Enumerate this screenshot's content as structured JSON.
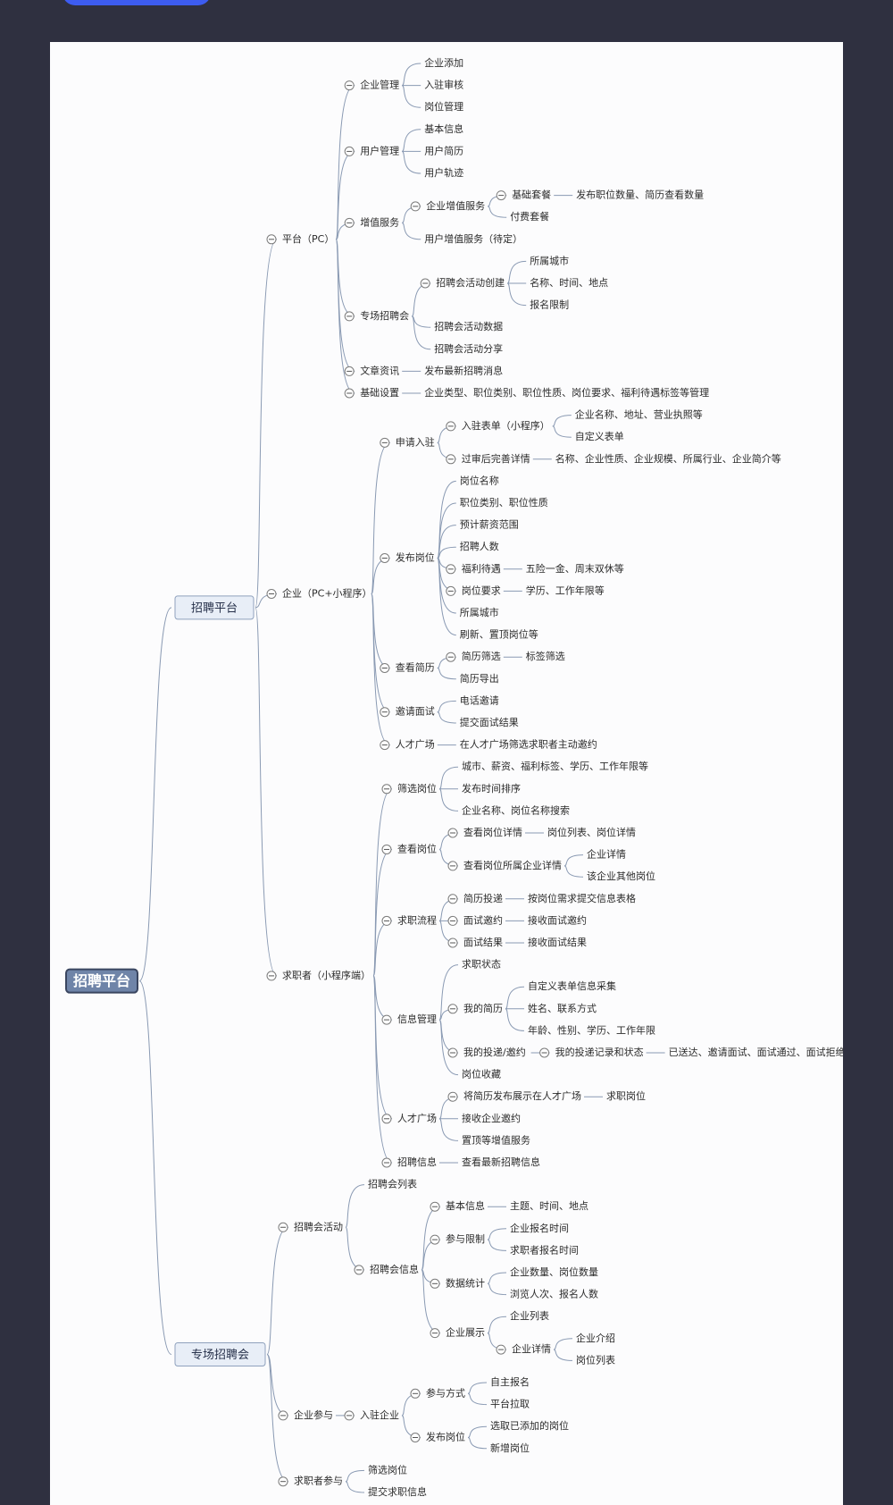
{
  "root": "招聘平台",
  "branches": [
    {
      "label": "招聘平台",
      "children": [
        {
          "label": "平台（PC）",
          "children": [
            {
              "label": "企业管理",
              "children": [
                {
                  "label": "企业添加"
                },
                {
                  "label": "入驻审核"
                },
                {
                  "label": "岗位管理"
                }
              ]
            },
            {
              "label": "用户管理",
              "children": [
                {
                  "label": "基本信息"
                },
                {
                  "label": "用户简历"
                },
                {
                  "label": "用户轨迹"
                }
              ]
            },
            {
              "label": "增值服务",
              "children": [
                {
                  "label": "企业增值服务",
                  "children": [
                    {
                      "label": "基础套餐",
                      "children": [
                        {
                          "label": "发布职位数量、简历查看数量"
                        }
                      ]
                    },
                    {
                      "label": "付费套餐"
                    }
                  ]
                },
                {
                  "label": "用户增值服务（待定）"
                }
              ]
            },
            {
              "label": "专场招聘会",
              "children": [
                {
                  "label": "招聘会活动创建",
                  "children": [
                    {
                      "label": "所属城市"
                    },
                    {
                      "label": "名称、时间、地点"
                    },
                    {
                      "label": "报名限制"
                    }
                  ]
                },
                {
                  "label": "招聘会活动数据"
                },
                {
                  "label": "招聘会活动分享"
                }
              ]
            },
            {
              "label": "文章资讯",
              "children": [
                {
                  "label": "发布最新招聘消息"
                }
              ]
            },
            {
              "label": "基础设置",
              "children": [
                {
                  "label": "企业类型、职位类别、职位性质、岗位要求、福利待遇标签等管理"
                }
              ]
            }
          ]
        },
        {
          "label": "企业（PC+小程序）",
          "children": [
            {
              "label": "申请入驻",
              "children": [
                {
                  "label": "入驻表单（小程序）",
                  "children": [
                    {
                      "label": "企业名称、地址、营业执照等"
                    },
                    {
                      "label": "自定义表单"
                    }
                  ]
                },
                {
                  "label": "过审后完善详情",
                  "children": [
                    {
                      "label": "名称、企业性质、企业规模、所属行业、企业简介等"
                    }
                  ]
                }
              ]
            },
            {
              "label": "发布岗位",
              "children": [
                {
                  "label": "岗位名称"
                },
                {
                  "label": "职位类别、职位性质"
                },
                {
                  "label": "预计薪资范围"
                },
                {
                  "label": "招聘人数"
                },
                {
                  "label": "福利待遇",
                  "children": [
                    {
                      "label": "五险一金、周末双休等"
                    }
                  ]
                },
                {
                  "label": "岗位要求",
                  "children": [
                    {
                      "label": "学历、工作年限等"
                    }
                  ]
                },
                {
                  "label": "所属城市"
                },
                {
                  "label": "刷新、置顶岗位等"
                }
              ]
            },
            {
              "label": "查看简历",
              "children": [
                {
                  "label": "简历筛选",
                  "children": [
                    {
                      "label": "标签筛选"
                    }
                  ]
                },
                {
                  "label": "简历导出"
                }
              ]
            },
            {
              "label": "邀请面试",
              "children": [
                {
                  "label": "电话邀请"
                },
                {
                  "label": "提交面试结果"
                }
              ]
            },
            {
              "label": "人才广场",
              "children": [
                {
                  "label": "在人才广场筛选求职者主动邀约"
                }
              ]
            }
          ]
        },
        {
          "label": "求职者（小程序端）",
          "children": [
            {
              "label": "筛选岗位",
              "children": [
                {
                  "label": "城市、薪资、福利标签、学历、工作年限等"
                },
                {
                  "label": "发布时间排序"
                },
                {
                  "label": "企业名称、岗位名称搜索"
                }
              ]
            },
            {
              "label": "查看岗位",
              "children": [
                {
                  "label": "查看岗位详情",
                  "children": [
                    {
                      "label": "岗位列表、岗位详情"
                    }
                  ]
                },
                {
                  "label": "查看岗位所属企业详情",
                  "children": [
                    {
                      "label": "企业详情"
                    },
                    {
                      "label": "该企业其他岗位"
                    }
                  ]
                }
              ]
            },
            {
              "label": "求职流程",
              "children": [
                {
                  "label": "简历投递",
                  "children": [
                    {
                      "label": "按岗位需求提交信息表格"
                    }
                  ]
                },
                {
                  "label": "面试邀约",
                  "children": [
                    {
                      "label": "接收面试邀约"
                    }
                  ]
                },
                {
                  "label": "面试结果",
                  "children": [
                    {
                      "label": "接收面试结果"
                    }
                  ]
                }
              ]
            },
            {
              "label": "信息管理",
              "children": [
                {
                  "label": "求职状态"
                },
                {
                  "label": "我的简历",
                  "children": [
                    {
                      "label": "自定义表单信息采集"
                    },
                    {
                      "label": "姓名、联系方式"
                    },
                    {
                      "label": "年龄、性别、学历、工作年限"
                    }
                  ]
                },
                {
                  "label": "我的投递/邀约",
                  "children": [
                    {
                      "label": "我的投递记录和状态",
                      "children": [
                        {
                          "label": "已送达、邀请面试、面试通过、面试拒绝"
                        }
                      ]
                    }
                  ]
                },
                {
                  "label": "岗位收藏"
                }
              ]
            },
            {
              "label": "人才广场",
              "children": [
                {
                  "label": "将简历发布展示在人才广场",
                  "children": [
                    {
                      "label": "求职岗位"
                    }
                  ]
                },
                {
                  "label": "接收企业邀约"
                },
                {
                  "label": "置顶等增值服务"
                }
              ]
            },
            {
              "label": "招聘信息",
              "children": [
                {
                  "label": "查看最新招聘信息"
                }
              ]
            }
          ]
        }
      ]
    },
    {
      "label": "专场招聘会",
      "children": [
        {
          "label": "招聘会活动",
          "children": [
            {
              "label": "招聘会列表"
            },
            {
              "label": "招聘会信息",
              "children": [
                {
                  "label": "基本信息",
                  "children": [
                    {
                      "label": "主题、时间、地点"
                    }
                  ]
                },
                {
                  "label": "参与限制",
                  "children": [
                    {
                      "label": "企业报名时间"
                    },
                    {
                      "label": "求职者报名时间"
                    }
                  ]
                },
                {
                  "label": "数据统计",
                  "children": [
                    {
                      "label": "企业数量、岗位数量"
                    },
                    {
                      "label": "浏览人次、报名人数"
                    }
                  ]
                },
                {
                  "label": "企业展示",
                  "children": [
                    {
                      "label": "企业列表"
                    },
                    {
                      "label": "企业详情",
                      "children": [
                        {
                          "label": "企业介绍"
                        },
                        {
                          "label": "岗位列表"
                        }
                      ]
                    }
                  ]
                }
              ]
            }
          ]
        },
        {
          "label": "企业参与",
          "children": [
            {
              "label": "入驻企业",
              "children": [
                {
                  "label": "参与方式",
                  "children": [
                    {
                      "label": "自主报名"
                    },
                    {
                      "label": "平台拉取"
                    }
                  ]
                },
                {
                  "label": "发布岗位",
                  "children": [
                    {
                      "label": "选取已添加的岗位"
                    },
                    {
                      "label": "新增岗位"
                    }
                  ]
                }
              ]
            }
          ]
        },
        {
          "label": "求职者参与",
          "children": [
            {
              "label": "筛选岗位"
            },
            {
              "label": "提交求职信息"
            }
          ]
        }
      ]
    }
  ]
}
